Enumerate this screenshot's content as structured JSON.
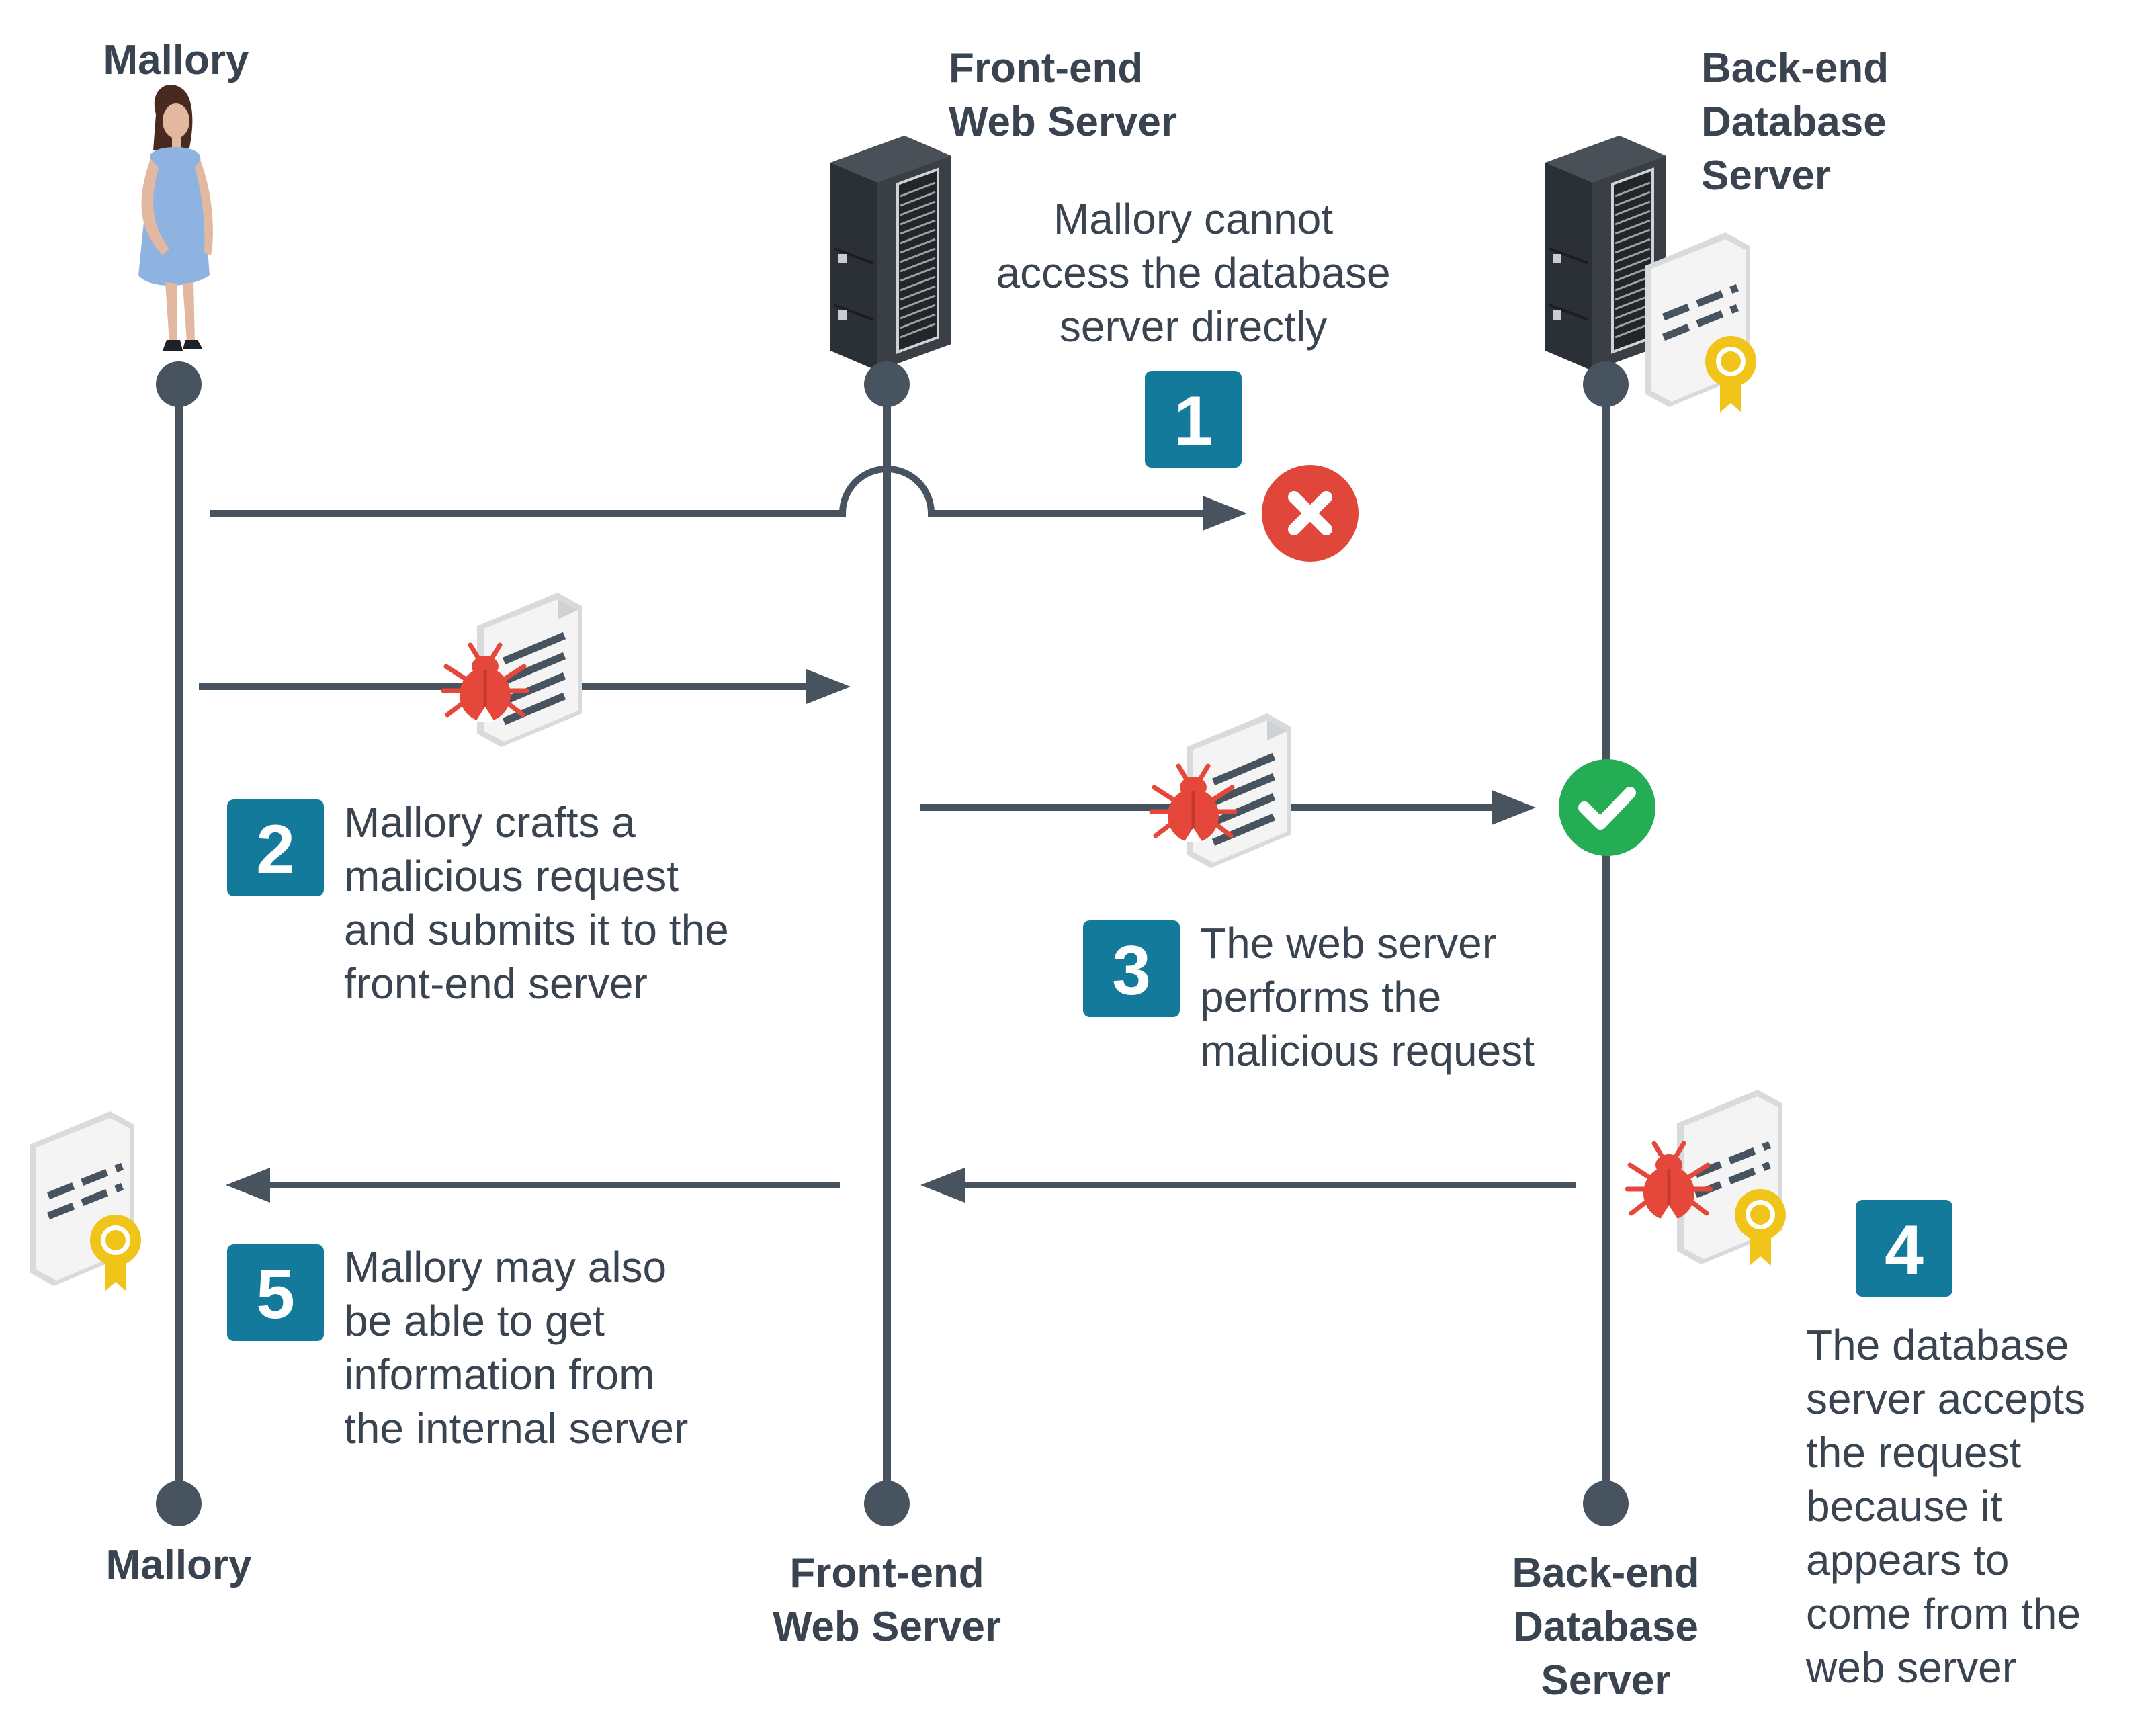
{
  "actors": [
    {
      "id": "mallory",
      "label_top": [
        "Mallory"
      ],
      "label_bottom": [
        "Mallory"
      ]
    },
    {
      "id": "front",
      "label_top": [
        "Front-end",
        "Web Server"
      ],
      "label_bottom": [
        "Front-end",
        "Web Server"
      ]
    },
    {
      "id": "back",
      "label_top": [
        "Back-end",
        "Database",
        "Server"
      ],
      "label_bottom": [
        "Back-end",
        "Database",
        "Server"
      ]
    }
  ],
  "steps": [
    {
      "number": "1",
      "text": [
        "Mallory cannot",
        "access the database",
        "server directly"
      ],
      "status_icon": "x-icon"
    },
    {
      "number": "2",
      "text": [
        "Mallory crafts a",
        "malicious request",
        "and submits it to the",
        "front-end server"
      ]
    },
    {
      "number": "3",
      "text": [
        "The web server",
        "performs the",
        "malicious request"
      ],
      "status_icon": "check-icon"
    },
    {
      "number": "4",
      "text": [
        "The database",
        "server accepts",
        "the request",
        "because it",
        "appears to",
        "come from the",
        "web server"
      ]
    },
    {
      "number": "5",
      "text": [
        "Mallory may also",
        "be able to get",
        "information from",
        "the internal server"
      ]
    }
  ],
  "icons": [
    "woman-icon",
    "server-rack-icon",
    "certificate-icon",
    "malicious-document-icon",
    "bug-icon"
  ],
  "colors": {
    "line": "#47535f",
    "text": "#3a4450",
    "badge": "#137a9c",
    "error": "#e0473a",
    "success": "#25ad55",
    "bug": "#e5483a",
    "ribbon": "#f0c419"
  }
}
